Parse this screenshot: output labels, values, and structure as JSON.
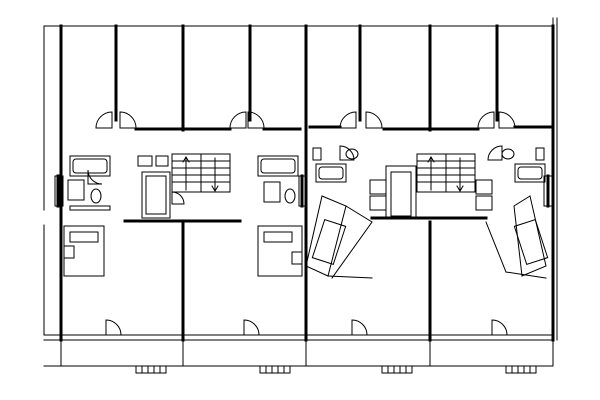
{
  "drawing": {
    "kind": "architectural-floor-plan",
    "units_shown": 4,
    "text_labels": [],
    "colors": {
      "ink": "#000000",
      "paper": "#ffffff"
    },
    "features": [
      "bathroom",
      "bathtub",
      "toilet",
      "washbasin",
      "staircase",
      "kitchen",
      "bed",
      "swing-door",
      "window",
      "balcony",
      "partition-wall"
    ]
  }
}
